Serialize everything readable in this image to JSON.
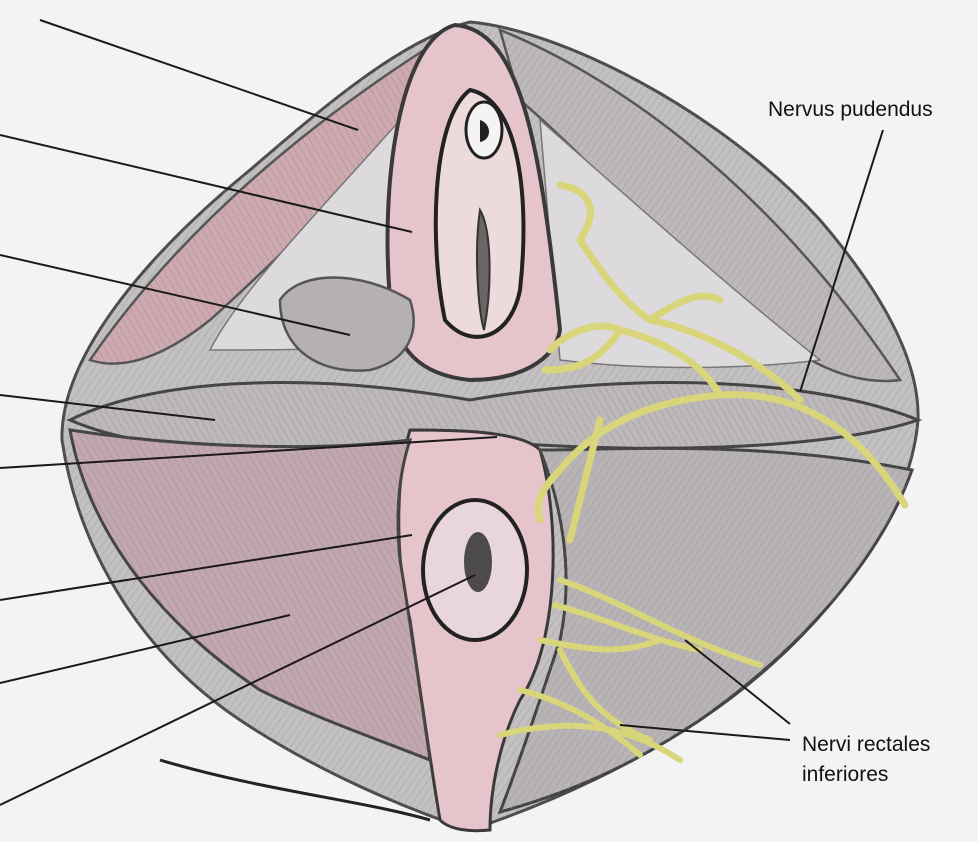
{
  "labels": {
    "nervus_pudendus": "Nervus pudendus",
    "nervi_rectales_line1": "Nervi rectales",
    "nervi_rectales_line2": "inferiores"
  },
  "colors": {
    "background": "#f3f2f4",
    "muscle_grey": "#b9b6b8",
    "muscle_dark": "#6f6b6e",
    "muscle_pink": "#d9a8b0",
    "tissue_pink": "#e8c2ca",
    "nerve_yellow": "#e3e07a",
    "line": "#1a1a1a"
  }
}
